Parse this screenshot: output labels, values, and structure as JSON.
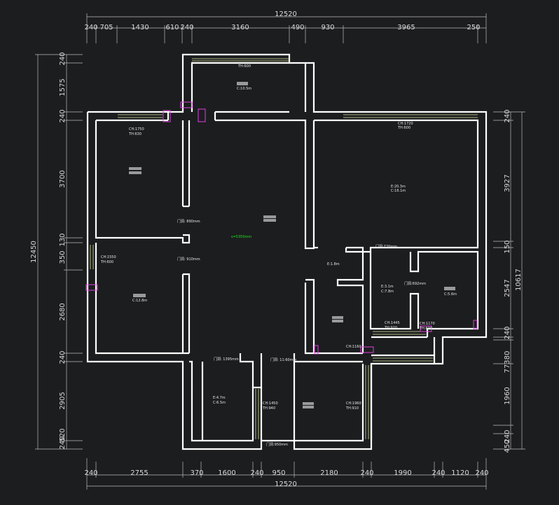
{
  "dims": {
    "top_total": "12520",
    "top": [
      "240",
      "705",
      "1430",
      "610",
      "240",
      "3160",
      "490",
      "930",
      "3965",
      "250"
    ],
    "bottom_total": "12520",
    "bottom": [
      "240",
      "2755",
      "370",
      "1600",
      "240",
      "950",
      "2180",
      "240",
      "1990",
      "240",
      "1120",
      "240"
    ],
    "left_total": "12450",
    "left": [
      "240",
      "1575",
      "240",
      "3700",
      "130",
      "350",
      "2680",
      "240",
      "2905",
      "240",
      "520"
    ],
    "right_total": "10617",
    "right": [
      "240",
      "3927",
      "150",
      "2547",
      "240",
      "80",
      "773",
      "1960",
      "240",
      "450"
    ]
  },
  "rooms": {
    "r_top": {
      "th": "TH:600",
      "c": "C:10.5m"
    },
    "r_bed1": {
      "ch": "CH:1750",
      "th": "TH:630"
    },
    "r_master": {
      "ch": "CH:1720",
      "th": "TH:600",
      "e": "E:20.3m",
      "c": "C:16.1m"
    },
    "r_living_door1": "门洞: 890mm",
    "r_living_door2": "门洞: 910mm",
    "r_bed2": {
      "ch": "CH:1550",
      "th": "TH:600",
      "c": "C:12.8m"
    },
    "r_hall_door": "门洞:720mm",
    "r_e1": "E:1.8m",
    "r_bath": {
      "door": "门洞:692mm",
      "e": "E:3.1m",
      "c": "C:7.8m"
    },
    "r_c5": "C:5.6m",
    "r_ch1445": {
      "ch": "CH:1445",
      "th": "TH:920"
    },
    "r_ch1170": {
      "ch": "CH:1170",
      "th": "TH:620"
    },
    "r_ch1160": "CH:1160",
    "r_door1395": "门洞: 1395mm",
    "r_door1160": "门洞: 11:60mm",
    "r_kitchen": {
      "e": "E:4.7m",
      "c": "C:6.5m"
    },
    "r_ch1450": {
      "ch": "CH:1450",
      "th": "TH:940"
    },
    "r_ch1960": {
      "ch": "CH:1960",
      "th": "TH:910"
    },
    "r_door950": "门洞:950mm",
    "origin": "s=5350mm"
  },
  "colors": {
    "background": "#1c1d1f",
    "wall": "#ffffff",
    "window": "#d6e6a0",
    "dimension": "#bdbdbd",
    "symbol": "#e040e0",
    "origin": "#19e619"
  }
}
